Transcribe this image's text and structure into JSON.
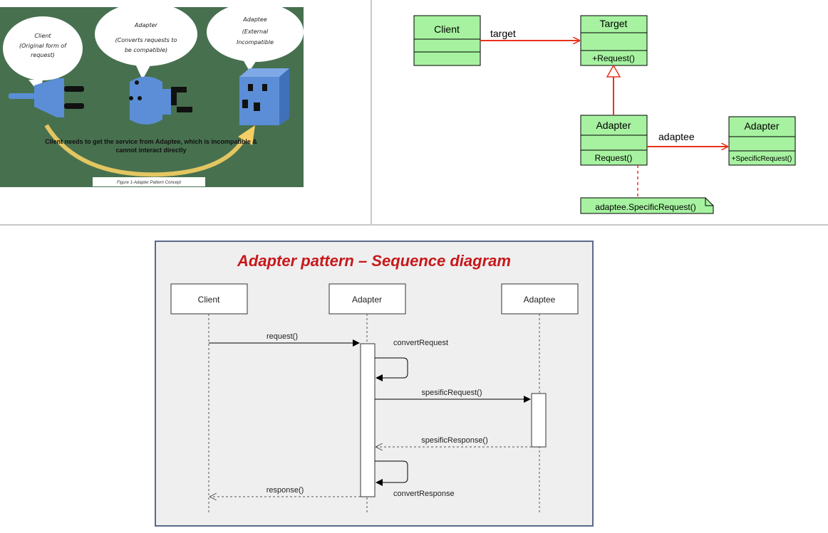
{
  "concept": {
    "bubble_client": [
      "Client",
      "(Original form of",
      "request)"
    ],
    "bubble_adapter": [
      "Adapter",
      "(Converts requests to",
      "be compatible)"
    ],
    "bubble_adaptee": [
      "Adaptee",
      "(External",
      "Incompatible"
    ],
    "caption": [
      "Client needs to get the service from Adaptee, which is incompatible &",
      "cannot interact directly"
    ],
    "figure_label": "Figure 1-Adapter Pattern Concept",
    "colors": {
      "background": "#47704f",
      "plug": "#5b8ed6",
      "bubble": "#ffffff",
      "arrow": "#f4cf63"
    }
  },
  "class_diagram": {
    "client": {
      "name": "Client"
    },
    "target": {
      "name": "Target",
      "operation": "+Request()"
    },
    "adapter": {
      "name": "Adapter",
      "operation": "Request()"
    },
    "adaptee": {
      "name": "Adapter",
      "operation": "+SpecificRequest()"
    },
    "label_target": "target",
    "label_adaptee": "adaptee",
    "note": "adaptee.SpecificRequest()",
    "colors": {
      "box_fill": "#a6f2a0",
      "association": "#e8321c"
    }
  },
  "sequence": {
    "title": "Adapter pattern – Sequence diagram",
    "participants": {
      "client": "Client",
      "adapter": "Adapter",
      "adaptee": "Adaptee"
    },
    "messages": {
      "request": "request()",
      "convert_request": "convertRequest",
      "specific_request": "spesificRequest()",
      "specific_response": "spesificResponse()",
      "convert_response": "convertResponse",
      "response": "response()"
    },
    "colors": {
      "title": "#c8181b",
      "background": "#efefef"
    }
  }
}
